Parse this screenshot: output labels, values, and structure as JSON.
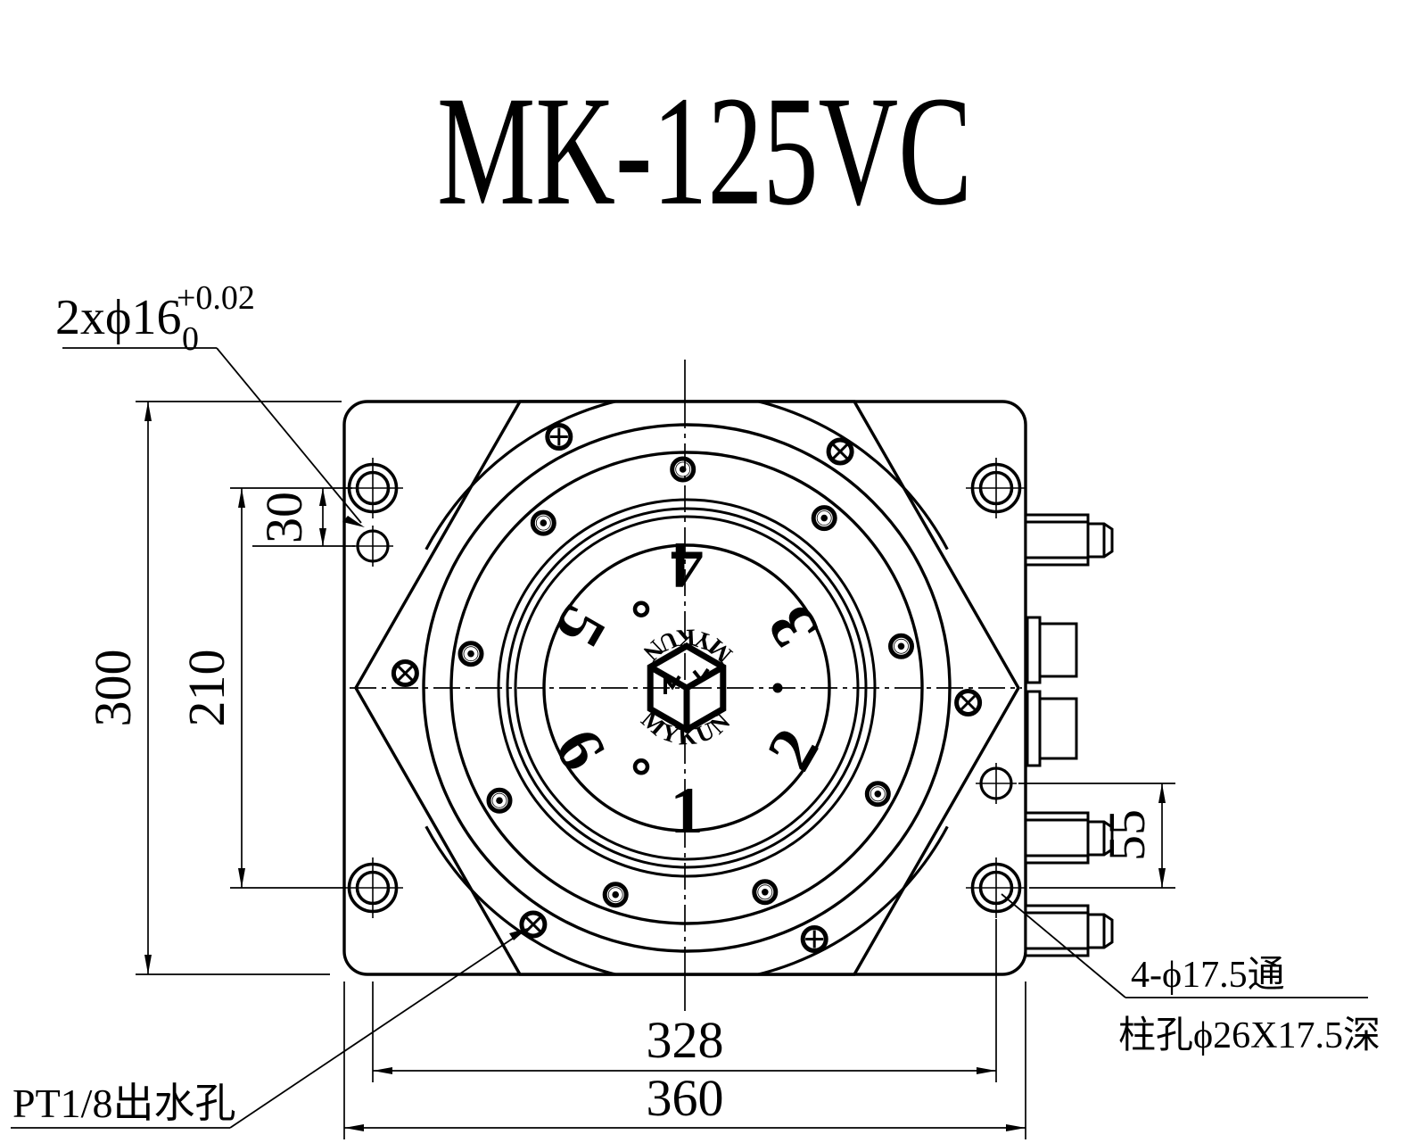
{
  "title": "MK-125VC",
  "colors": {
    "line": "#000000",
    "background": "#ffffff"
  },
  "dimensions": {
    "overall_height": "300",
    "mount_hole_vertical_spacing": "210",
    "dowel_offset_top_left": "30",
    "dowel_offset_bottom_right": "55",
    "mount_hole_horizontal_spacing": "328",
    "overall_width": "360"
  },
  "callouts": {
    "dowel_holes": {
      "text": "2xϕ16",
      "tol_upper": "+0.02",
      "tol_lower": "0"
    },
    "water_outlet": "PT1/8出水孔",
    "mount_holes_line1": "4-ϕ17.5通",
    "mount_holes_line2": "柱孔ϕ26X17.5深"
  },
  "dial": {
    "numbers": [
      "1",
      "2",
      "3",
      "4",
      "5",
      "6"
    ]
  },
  "logo": {
    "brand_top": "MYKUN",
    "brand_bottom": "MYKUN"
  }
}
